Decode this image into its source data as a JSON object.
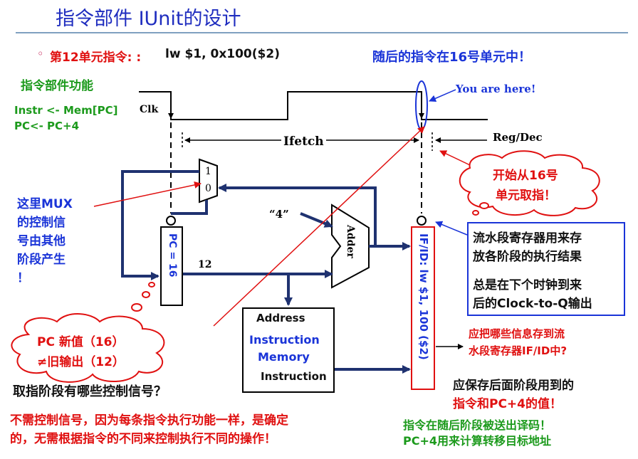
{
  "header": {
    "title": "指令部件 IUnit的设计"
  },
  "top_line": {
    "bullet": "◦",
    "instr_label": "第12单元指令: :",
    "instr_text": "lw  $1, 0x100($2)",
    "next_note": "随后的指令在16号单元中！"
  },
  "left_panel": {
    "func_title": "指令部件功能",
    "func_line1": "Instr <- Mem[PC]",
    "func_line2": "PC<- PC+4",
    "mux_note": [
      "这里MUX",
      "的控制信",
      "号由其他",
      "阶段产生",
      "！"
    ],
    "pc_cloud": [
      "PC 新值（16）",
      "≠旧输出（12）"
    ]
  },
  "timing": {
    "clk": "Clk",
    "ifetch": "Ifetch",
    "regdec": "Reg/Dec",
    "you_are_here": "You are here!",
    "start_cloud": [
      "开始从16号",
      "单元取指！"
    ]
  },
  "datapath": {
    "mux_in1": "1",
    "mux_in0": "0",
    "const4": "“4”",
    "adder": "Adder",
    "pc_label": "PC = 16",
    "bus_width": "12",
    "imem_address": "Address",
    "imem_name1": "Instruction",
    "imem_name2": "Memory",
    "imem_out": "Instruction",
    "ifid_label": "IF/ID: lw $1, 100 ($2)"
  },
  "right_panel": {
    "reg_box": [
      "流水段寄存器用来存",
      "放各阶段的执行结果",
      "总是在下个时钟到来",
      "后的Clock-to-Q输出"
    ],
    "q_store": [
      "应把哪些信息存到流",
      "水段寄存器IF/ID中?"
    ],
    "ans_store_1": "应保存后面阶段用到的",
    "ans_store_2": "指令和PC+4的值！",
    "note_instr": "指令在随后阶段被送出译码！",
    "note_pc4": "PC+4用来计算转移目标地址"
  },
  "bottom": {
    "question": "取指阶段有哪些控制信号？",
    "answer1": "不需控制信号，因为每条指令执行功能一样，是确定",
    "answer2": "的，无需根据指令的不同来控制执行不同的操作！"
  },
  "colors": {
    "title": "#1f2dbf",
    "red": "#e01010",
    "blue": "#1a34d8",
    "green": "#1c9a1c",
    "bus": "#1f3270"
  }
}
